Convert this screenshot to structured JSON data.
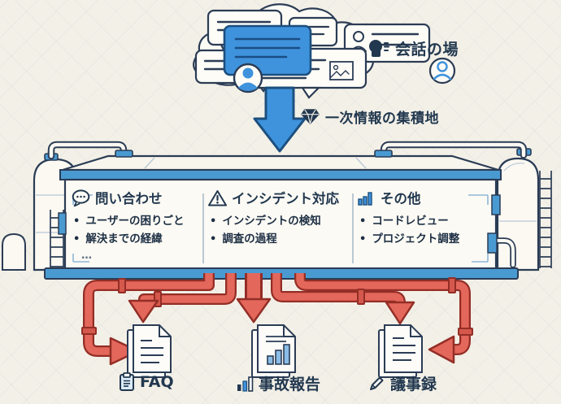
{
  "colors": {
    "background": "#f3f0e7",
    "ink": "#22384f",
    "blue": "#3f93dd",
    "blue_dark": "#1c4f7e",
    "rim_blue": "#4a9ad2",
    "pipe_red": "#e4675c",
    "pipe_red_dark": "#932e26",
    "paper": "#fcfaf4"
  },
  "conversation_area": {
    "icon": "speaking-head-icon",
    "label": "会話の場"
  },
  "inflow": {
    "icon": "gem-icon",
    "label": "一次情報の集積地"
  },
  "tank_sections": [
    {
      "icon": "speech-bubble-icon",
      "title": "問い合わせ",
      "items": [
        "ユーザーの困りごと",
        "解決までの経緯"
      ],
      "more": "…"
    },
    {
      "icon": "warning-triangle-icon",
      "title": "インシデント対応",
      "items": [
        "インシデントの検知",
        "調査の過程"
      ]
    },
    {
      "icon": "bar-chart-icon",
      "title": "その他",
      "items": [
        "コードレビュー",
        "プロジェクト調整"
      ]
    }
  ],
  "outputs": [
    {
      "icon": "clipboard-icon",
      "label": "FAQ"
    },
    {
      "icon": "bar-chart-icon",
      "label": "事故報告"
    },
    {
      "icon": "pencil-icon",
      "label": "議事録"
    }
  ]
}
